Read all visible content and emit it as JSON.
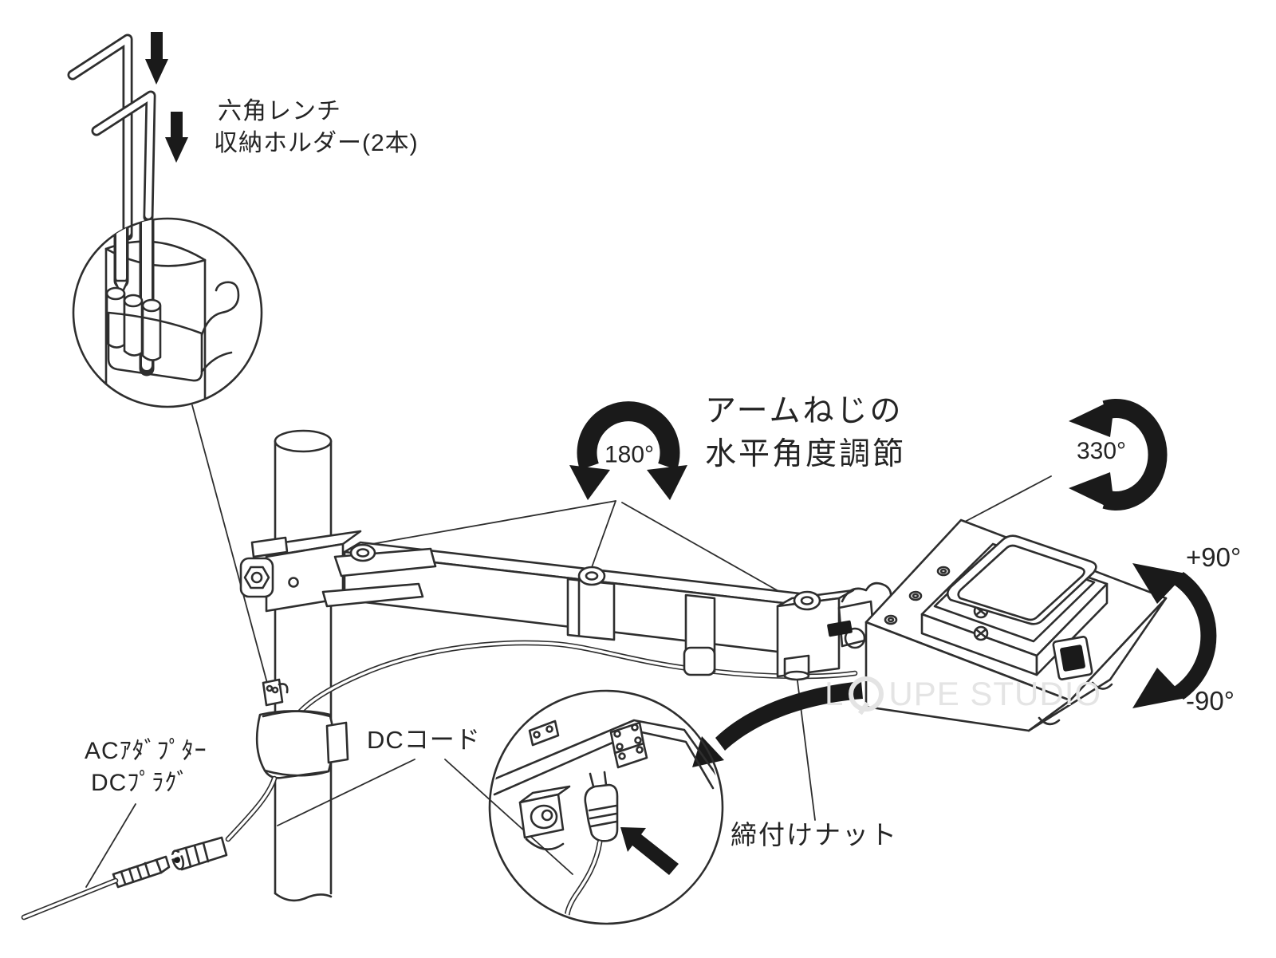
{
  "diagram": {
    "title_hint": "アームライト取付説明図",
    "labels": {
      "hex_wrench": {
        "line1": "六角レンチ",
        "line2": "収納ホルダー(2本)"
      },
      "arm_screw": {
        "line1": "アームねじの",
        "line2": "水平角度調節"
      },
      "rotation_arm": "180°",
      "rotation_head": "330°",
      "tilt_up": "+90°",
      "tilt_down": "-90°",
      "ac_adapter": {
        "line1": "ACｱﾀﾞﾌﾟﾀｰ",
        "line2": "DCﾌﾟﾗｸﾞ"
      },
      "dc_cord": "DCコード",
      "tightening_nut": "締付けナット"
    },
    "watermark": {
      "prefix": "L",
      "suffix": "UPE STUDIO"
    },
    "colors": {
      "line": "#2e2e2e",
      "solid_black": "#1a1a1a",
      "background": "#ffffff",
      "watermark": "#e4e4e4"
    }
  }
}
